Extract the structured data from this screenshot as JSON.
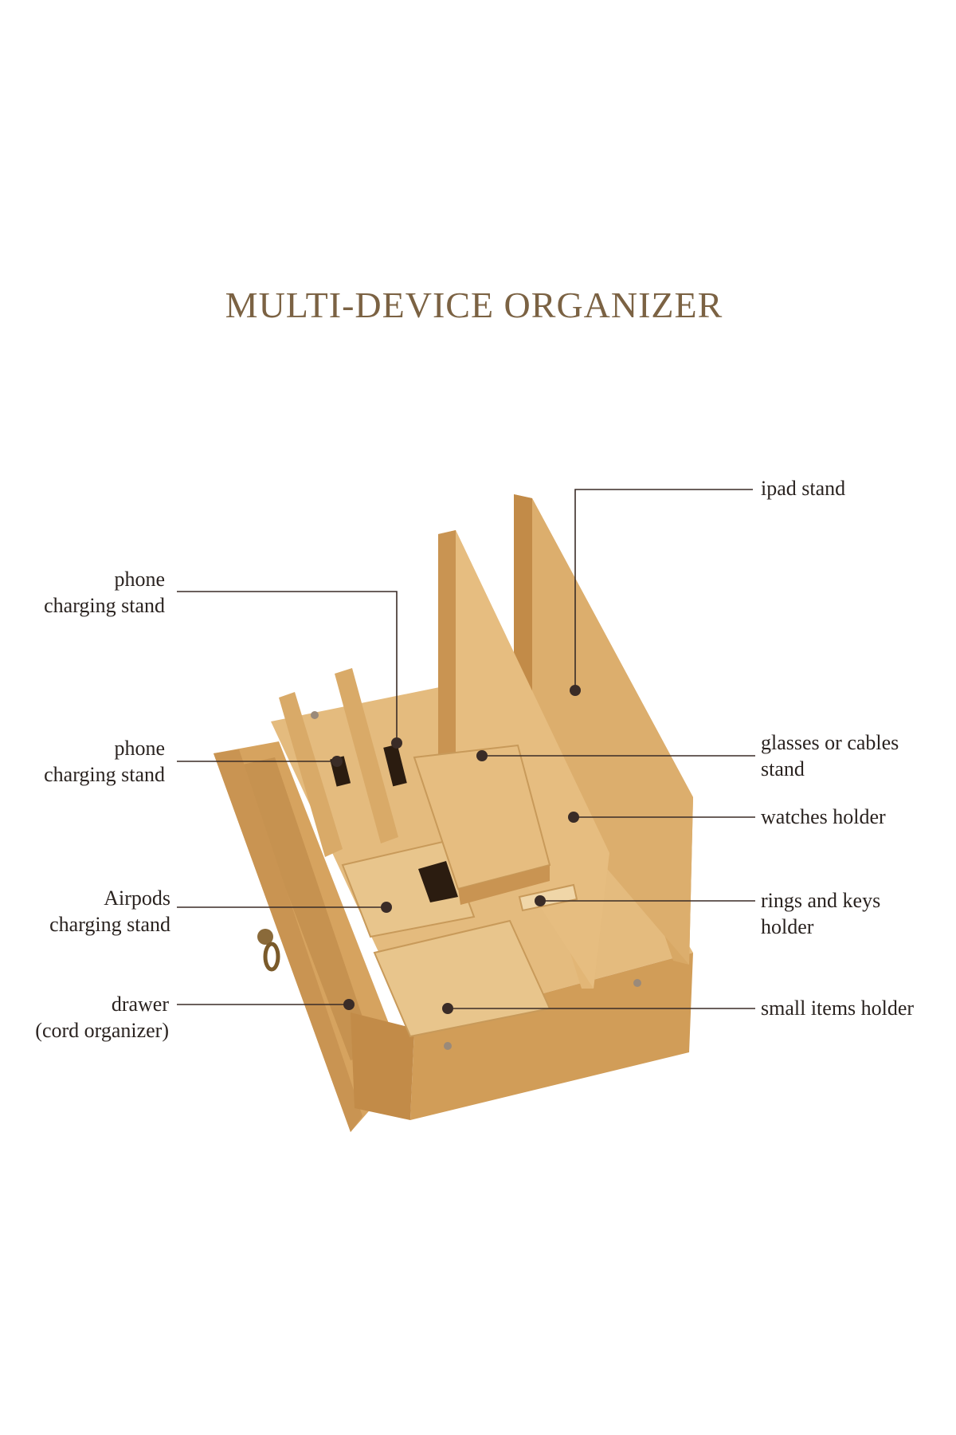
{
  "title": "MULTI-DEVICE ORGANIZER",
  "colors": {
    "title": "#7b6243",
    "label_text": "#2a2320",
    "callout_line": "#3a2c27",
    "bamboo_light": "#e2b676",
    "bamboo_mid": "#d6a35f",
    "bamboo_dark": "#b9843f",
    "background": "#ffffff"
  },
  "labels_left": [
    {
      "id": "phone-stand-1",
      "lines": [
        "phone",
        "charging stand"
      ]
    },
    {
      "id": "phone-stand-2",
      "lines": [
        "phone",
        "charging stand"
      ]
    },
    {
      "id": "airpods-stand",
      "lines": [
        "Airpods",
        "charging stand"
      ]
    },
    {
      "id": "drawer",
      "lines": [
        "drawer",
        "(cord organizer)"
      ]
    }
  ],
  "labels_right": [
    {
      "id": "ipad-stand",
      "lines": [
        "ipad stand"
      ]
    },
    {
      "id": "glasses-stand",
      "lines": [
        "glasses or cables",
        "stand"
      ]
    },
    {
      "id": "watches-holder",
      "lines": [
        "watches holder"
      ]
    },
    {
      "id": "rings-keys-holder",
      "lines": [
        "rings and keys",
        "holder"
      ]
    },
    {
      "id": "small-items-holder",
      "lines": [
        "small items holder"
      ]
    }
  ]
}
